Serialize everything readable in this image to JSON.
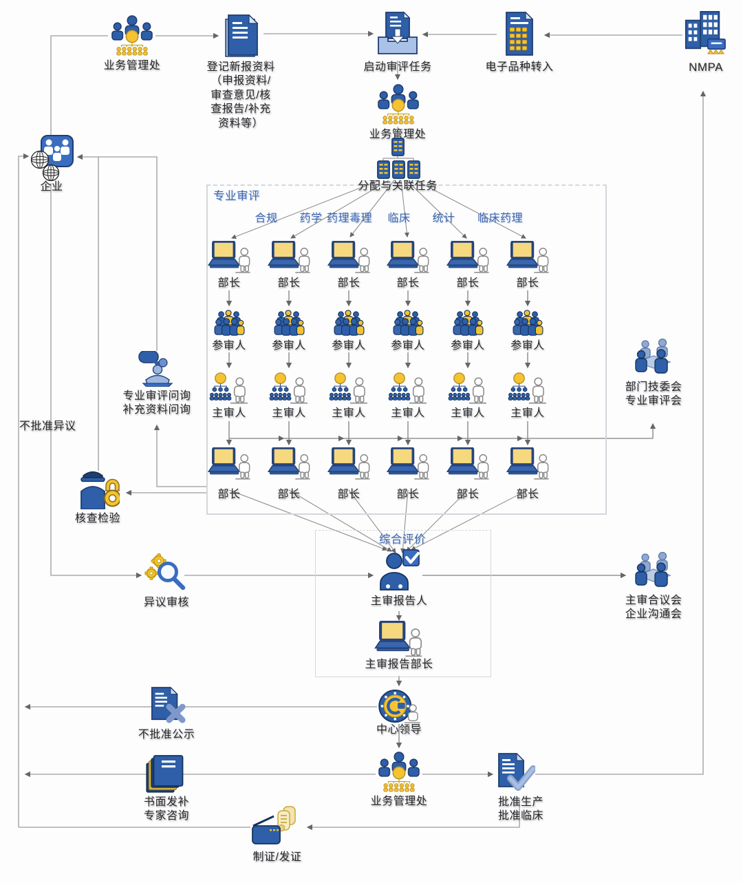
{
  "colors": {
    "primary_blue": "#2e5fa8",
    "accent_yellow": "#f5c332",
    "label_blue": "#3e68b0",
    "line_gray": "#9b9b9b"
  },
  "top": {
    "biz_office": "业务管理处",
    "register_docs": "登记新报资料（申报资料/审查意见/核查报告/补充资料等）",
    "start_review": "启动审评任务",
    "electronic_transfer": "电子品种转入",
    "nmpa": "NMPA"
  },
  "center": {
    "biz_office": "业务管理处",
    "assign_tasks": "分配与关联任务"
  },
  "review": {
    "box_title": "专业审评",
    "specialties": [
      "合规",
      "药学",
      "药理毒理",
      "临床",
      "统计",
      "临床药理"
    ],
    "row_labels": {
      "minister_top": "部长",
      "reviewer": "参审人",
      "chief_reviewer": "主审人",
      "minister_bottom": "部长"
    }
  },
  "evaluation": {
    "box_title": "综合评价",
    "chief_rapporteur": "主审报告人",
    "rapporteur_minister": "主审报告部长"
  },
  "bottom": {
    "center_leader": "中心领导",
    "biz_office": "业务管理处",
    "approval": "批准生产\n批准临床",
    "certificate": "制证/发证"
  },
  "left": {
    "enterprise": "企业",
    "inquiry": "专业审评问询\n补充资料问询",
    "objection_note": "不批准异议",
    "inspection": "核查检验",
    "objection_review": "异议审核",
    "no_approval_publicity": "不批准公示",
    "written_supplement": "书面发补\n专家咨询"
  },
  "right": {
    "tech_committee": "部门技委会\n专业审评会",
    "chief_council": "主审合议会\n企业沟通会"
  }
}
